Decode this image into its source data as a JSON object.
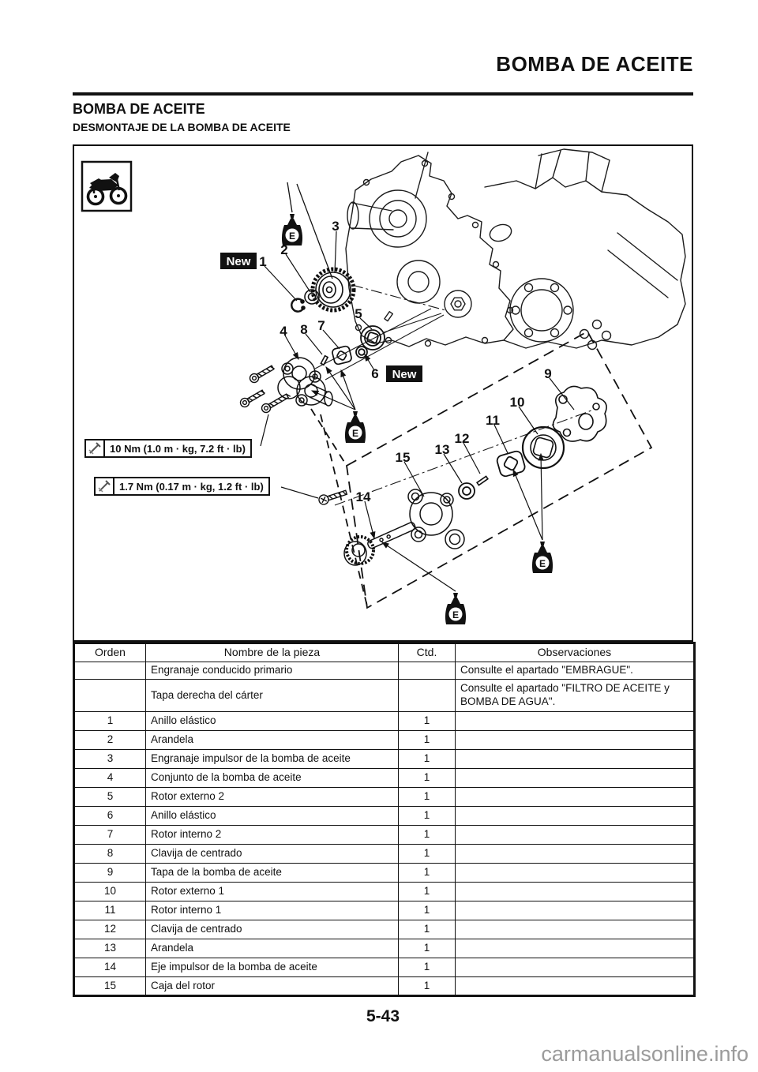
{
  "page": {
    "running_header": "BOMBA DE ACEITE",
    "section_title": "BOMBA DE ACEITE",
    "subsection_title": "DESMONTAJE DE LA BOMBA DE ACEITE",
    "page_number": "5-43",
    "watermark": "carmanualsonline.info"
  },
  "figure": {
    "new_label": "New",
    "oil_symbol": "E",
    "torque_callouts": [
      "10 Nm (1.0 m · kg, 7.2 ft · lb)",
      "1.7 Nm (0.17 m · kg, 1.2 ft · lb)"
    ],
    "callouts": [
      "1",
      "2",
      "3",
      "4",
      "5",
      "6",
      "7",
      "8",
      "9",
      "10",
      "11",
      "12",
      "13",
      "14",
      "15"
    ]
  },
  "table": {
    "headers": {
      "orden": "Orden",
      "nombre": "Nombre de la pieza",
      "ctd": "Ctd.",
      "observaciones": "Observaciones"
    },
    "rows": [
      {
        "orden": "",
        "nombre": "Engranaje conducido primario",
        "ctd": "",
        "obs": "Consulte el apartado \"EMBRAGUE\"."
      },
      {
        "orden": "",
        "nombre": "Tapa derecha del cárter",
        "ctd": "",
        "obs": "Consulte el apartado \"FILTRO DE ACEITE y BOMBA DE AGUA\"."
      },
      {
        "orden": "1",
        "nombre": "Anillo elástico",
        "ctd": "1",
        "obs": ""
      },
      {
        "orden": "2",
        "nombre": "Arandela",
        "ctd": "1",
        "obs": ""
      },
      {
        "orden": "3",
        "nombre": "Engranaje impulsor de la bomba de aceite",
        "ctd": "1",
        "obs": ""
      },
      {
        "orden": "4",
        "nombre": "Conjunto de la bomba de aceite",
        "ctd": "1",
        "obs": ""
      },
      {
        "orden": "5",
        "nombre": "Rotor externo 2",
        "ctd": "1",
        "obs": ""
      },
      {
        "orden": "6",
        "nombre": "Anillo elástico",
        "ctd": "1",
        "obs": ""
      },
      {
        "orden": "7",
        "nombre": "Rotor interno 2",
        "ctd": "1",
        "obs": ""
      },
      {
        "orden": "8",
        "nombre": "Clavija de centrado",
        "ctd": "1",
        "obs": ""
      },
      {
        "orden": "9",
        "nombre": "Tapa de la bomba de aceite",
        "ctd": "1",
        "obs": ""
      },
      {
        "orden": "10",
        "nombre": "Rotor externo 1",
        "ctd": "1",
        "obs": ""
      },
      {
        "orden": "11",
        "nombre": "Rotor interno 1",
        "ctd": "1",
        "obs": ""
      },
      {
        "orden": "12",
        "nombre": "Clavija de centrado",
        "ctd": "1",
        "obs": ""
      },
      {
        "orden": "13",
        "nombre": "Arandela",
        "ctd": "1",
        "obs": ""
      },
      {
        "orden": "14",
        "nombre": "Eje impulsor de la bomba de aceite",
        "ctd": "1",
        "obs": ""
      },
      {
        "orden": "15",
        "nombre": "Caja del rotor",
        "ctd": "1",
        "obs": ""
      }
    ]
  }
}
